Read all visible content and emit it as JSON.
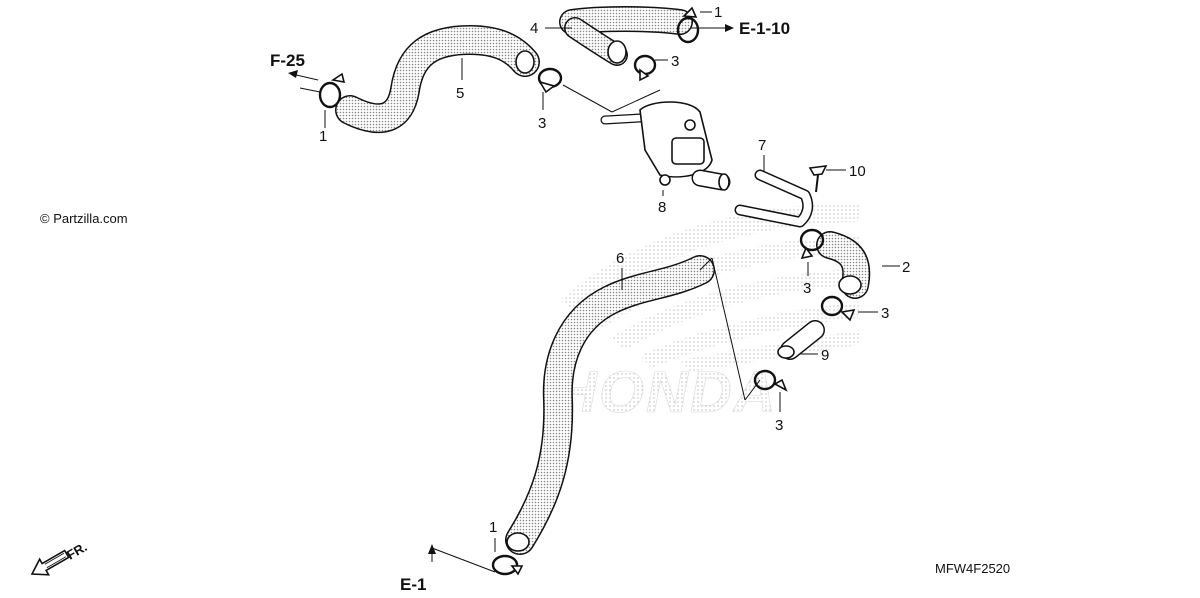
{
  "watermark": {
    "brand_text": "HONDA"
  },
  "copyright": "© Partzilla.com",
  "diagram_code": "MFW4F2520",
  "direction_marker": {
    "text": "FR.",
    "icon": "front-direction-arrow-icon"
  },
  "reference_labels": {
    "f25": "F-25",
    "e110": "E-1-10",
    "e1": "E-1"
  },
  "callouts": {
    "c1a": "1",
    "c1b": "1",
    "c1c": "1",
    "c2": "2",
    "c3a": "3",
    "c3b": "3",
    "c3c": "3",
    "c3d": "3",
    "c3e": "3",
    "c4": "4",
    "c5": "5",
    "c6": "6",
    "c7": "7",
    "c8": "8",
    "c9": "9",
    "c10": "10"
  },
  "colors": {
    "line": "#111111",
    "hose_fill": "#d9d9d9",
    "watermark": "#ececec"
  }
}
